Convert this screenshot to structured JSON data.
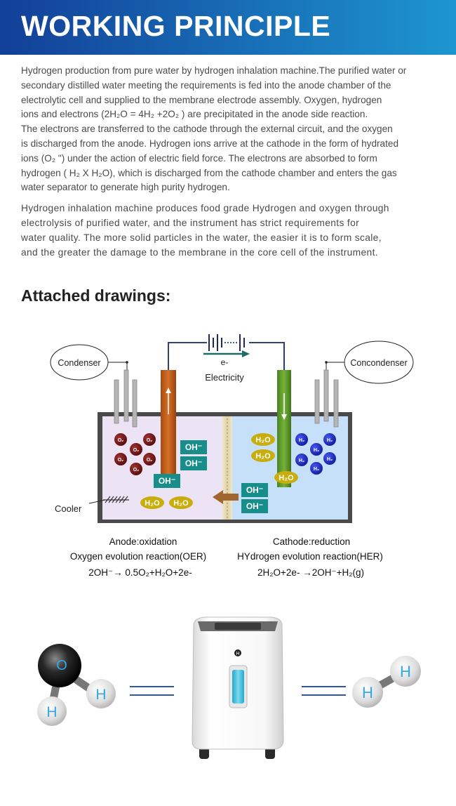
{
  "header": {
    "title": "WORKING PRINCIPLE"
  },
  "intro": {
    "lines": [
      "Hydrogen production from pure water by hydrogen inhalation machine.The purified water or",
      "secondary distilled water meeting the requirements is fed into the anode chamber of the",
      "electrolytic cell and supplied to the membrane electrode assembly. Oxygen, hydrogen",
      "ions and electrons (2H₂O = 4H₂ +2O₂ ) are precipitated in the anode side reaction.",
      "The electrons are transferred to the cathode through the external circuit, and the oxygen",
      "is discharged from the anode. Hydrogen ions arrive at the cathode in the form of hydrated",
      "ions (O₂ \")  under the action of electric field force. The electrons are absorbed to form",
      "hydrogen ( H₂ X H₂O), which is discharged from the cathode chamber and enters the gas",
      "water separator to generate high purity hydrogen."
    ],
    "paragraph2_lines": [
      "Hydrogen inhalation machine produces food grade Hydrogen and oxygen through",
      "electrolysis of purified water, and the instrument has strict requirements for",
      "water quality. The more solid particles in the water, the easier it is to form scale,",
      "and the greater the damage to the membrane in the core cell of the instrument."
    ]
  },
  "drawings": {
    "heading": "Attached drawings:",
    "labels": {
      "condenser": "Condenser",
      "concondenser": "Concondenser",
      "electron": "e-",
      "electricity": "Electricity",
      "cooler": "Cooler",
      "oh": "OH⁻",
      "h2o": "H₂O",
      "o2": "O₂",
      "h2": "H₂"
    },
    "anode": {
      "title": "Anode:oxidation",
      "reaction": "Oxygen evolution reaction(OER)",
      "equation": "2OH⁻→ 0.5O₂+H₂O+2e-"
    },
    "cathode": {
      "title": "Cathode:reduction",
      "reaction": "HYdrogen evolution reaction(HER)",
      "equation": "2H₂O+2e- →2OH⁻+H₂(g)"
    }
  },
  "molecules": {
    "oxygen": "O",
    "hydrogen": "H",
    "machine_logo": "H"
  },
  "colors": {
    "banner_start": "#123f97",
    "banner_end": "#1d96cf",
    "anode_chamber": "#ece4f5",
    "cathode_chamber": "#c6e0fa",
    "anode_electrode": "#c8601b",
    "cathode_electrode": "#5d9a2a",
    "oh_badge": "#178e8a",
    "h2o_badge": "#c8ad0c",
    "o2_ball": "#6e1414",
    "h2_ball": "#1d2bc4",
    "arrow": "#a0662e"
  }
}
